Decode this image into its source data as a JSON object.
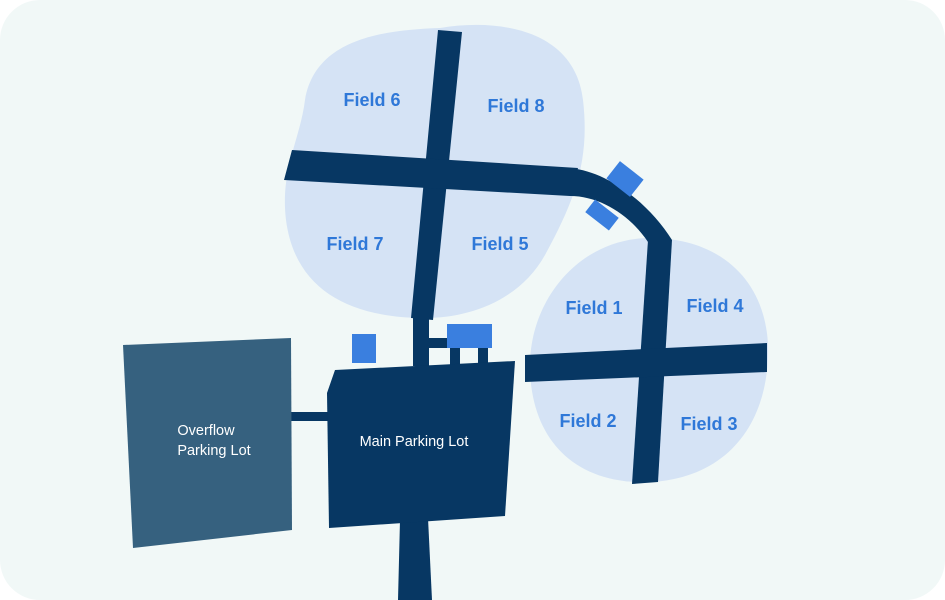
{
  "colors": {
    "background": "#f1f8f7",
    "field": "#d5e3f5",
    "road": "#073763",
    "structure": "#3a7fdf",
    "overflow_lot": "#36617f",
    "field_label": "#2f78d8"
  },
  "fields": {
    "f1": "Field 1",
    "f2": "Field 2",
    "f3": "Field 3",
    "f4": "Field 4",
    "f5": "Field 5",
    "f6": "Field 6",
    "f7": "Field 7",
    "f8": "Field 8"
  },
  "lots": {
    "main": "Main Parking Lot",
    "overflow_line1": "Overflow",
    "overflow_line2": "Parking Lot"
  }
}
